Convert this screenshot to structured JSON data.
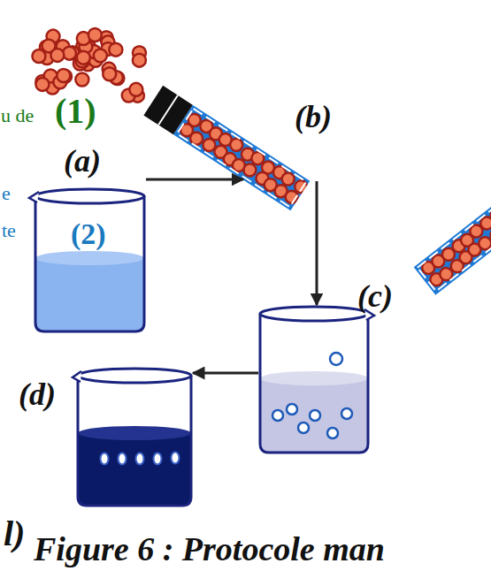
{
  "diagram": {
    "caption": "Figure 6 : Protocole man",
    "nodes": [
      {
        "text": [
          "(a)",
          "(2)"
        ]
      },
      {
        "text": [
          "(b)"
        ]
      },
      {
        "text": [
          "(c)"
        ]
      },
      {
        "text": [
          "(d)"
        ]
      }
    ],
    "edges": [
      {
        "from": 0,
        "to": 1,
        "arrow": "to"
      },
      {
        "from": 1,
        "to": 2,
        "arrow": "to"
      },
      {
        "from": 2,
        "to": 3,
        "arrow": "to"
      }
    ],
    "labels": [
      "u de",
      "(1)",
      "e",
      "te",
      "l)"
    ]
  }
}
